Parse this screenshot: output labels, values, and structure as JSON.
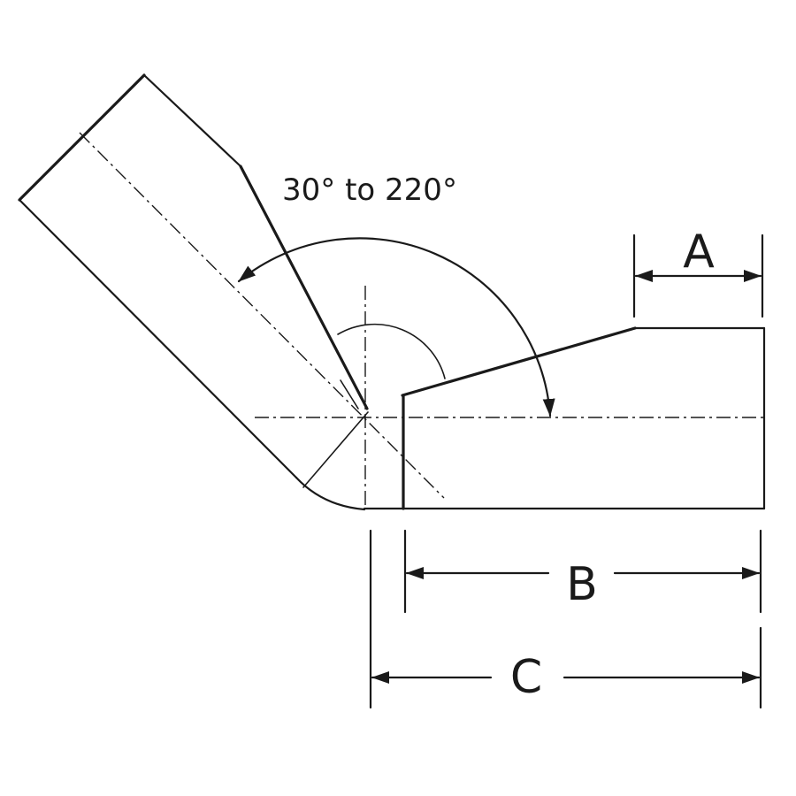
{
  "angle_range_label": "30° to 220°",
  "dimensions": {
    "a": "A",
    "b": "B",
    "c": "C"
  }
}
